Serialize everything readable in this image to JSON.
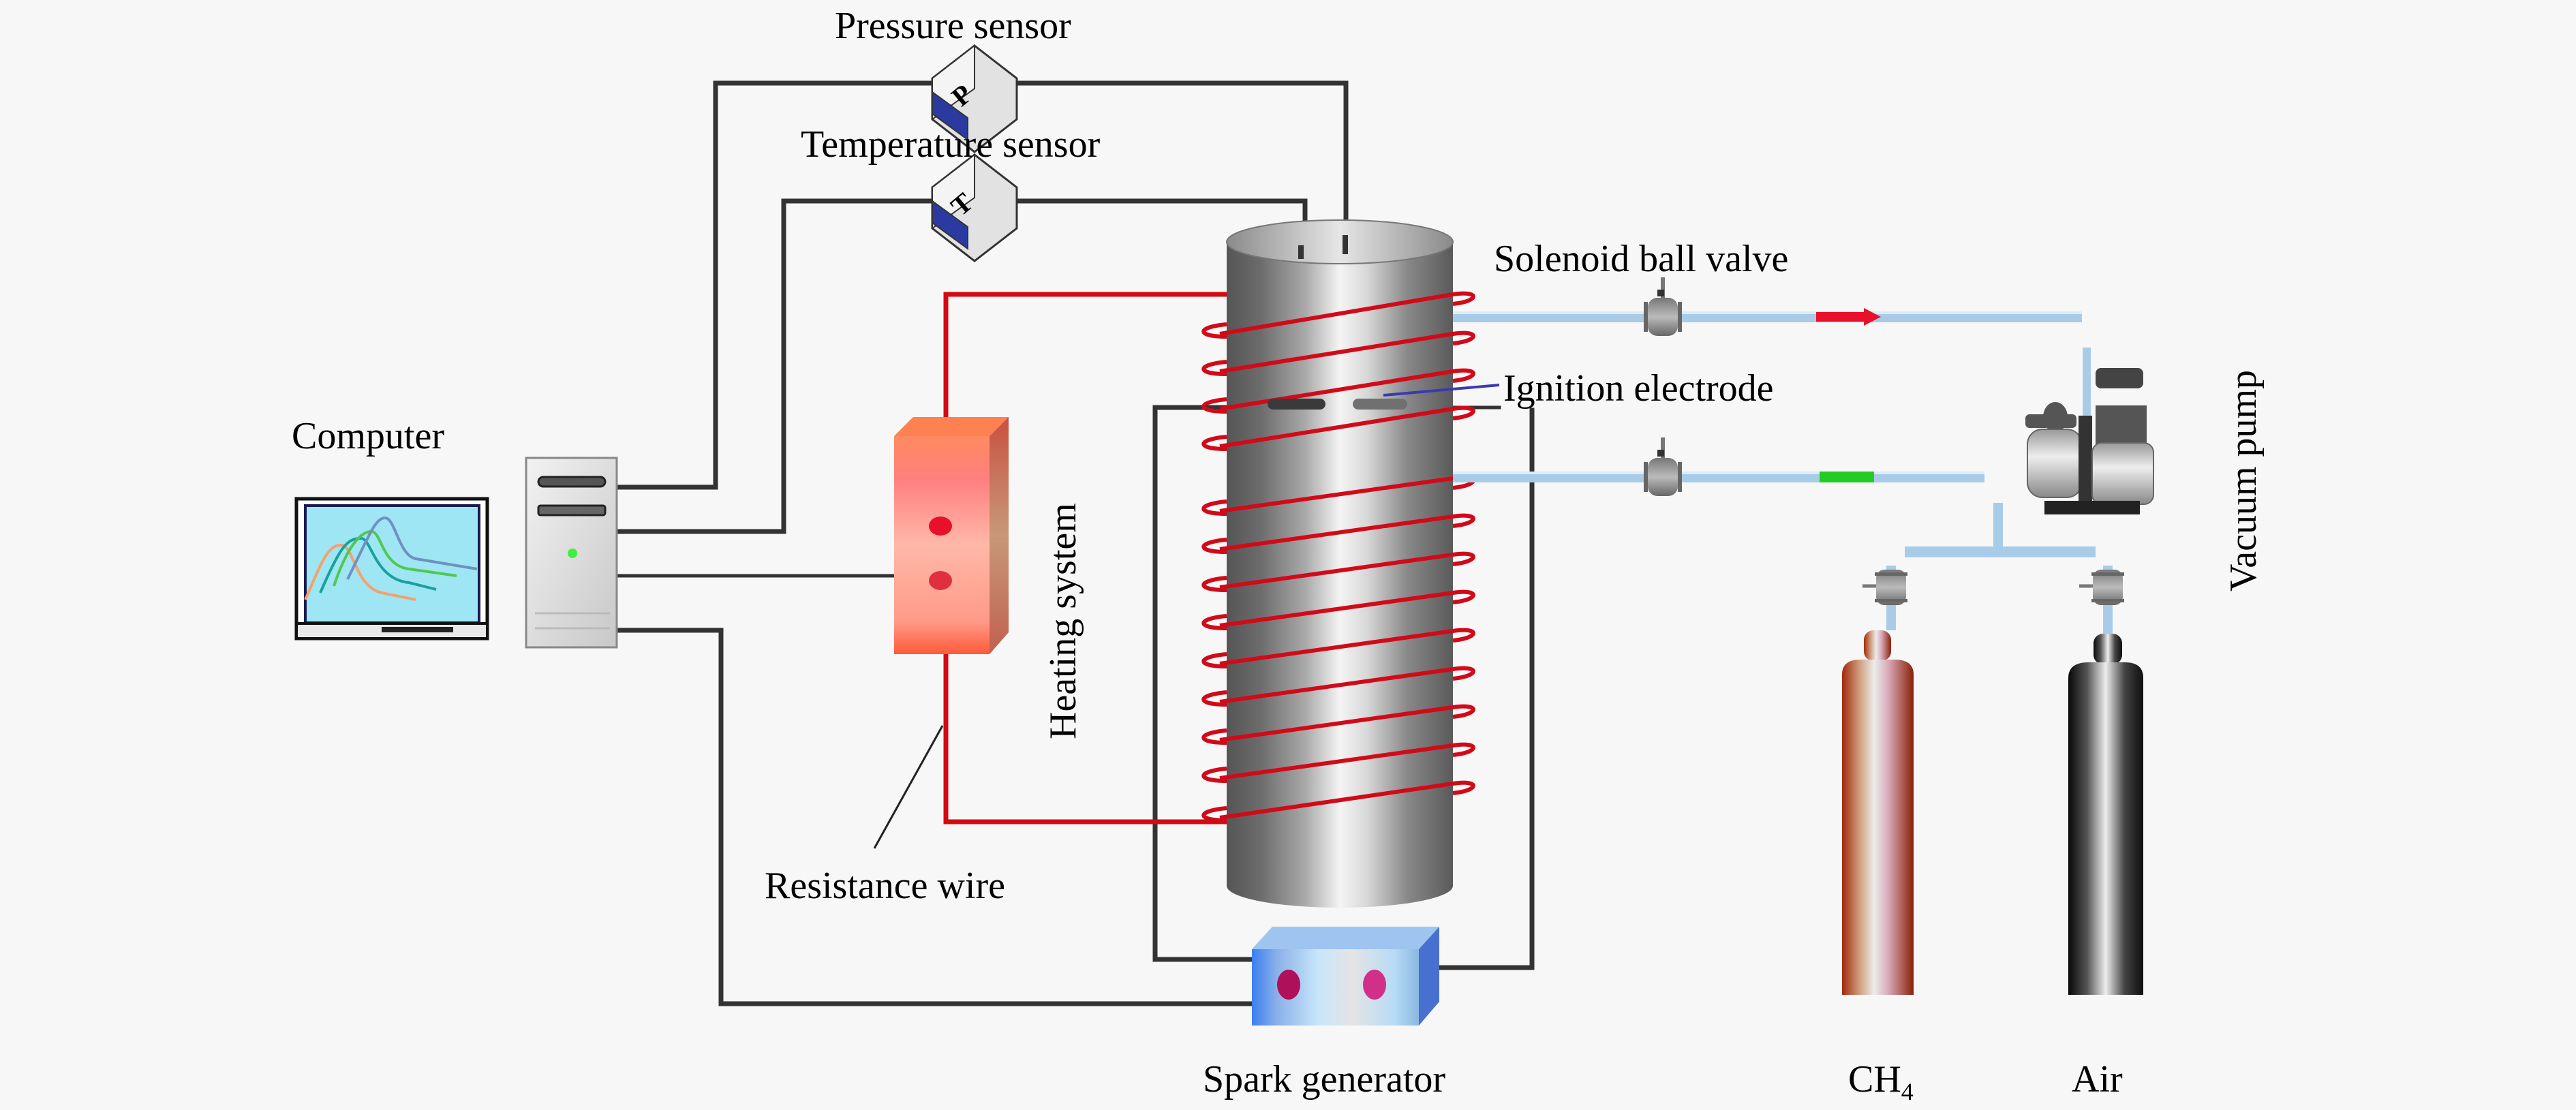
{
  "title": "Experimental setup for methane-air ignition in a heated vessel",
  "labels": {
    "pressure_sensor": "Pressure sensor",
    "temperature_sensor": "Temperature sensor",
    "computer": "Computer",
    "heating_system": "Heating system",
    "resistance_wire": "Resistance wire",
    "solenoid_ball_valve": "Solenoid ball valve",
    "ignition_electrode": "Ignition electrode",
    "vacuum_pump": "Vacuum pump",
    "spark_generator": "Spark generator",
    "ch4_main": "CH",
    "ch4_sub": "4",
    "air": "Air"
  },
  "sensor_glyphs": {
    "pressure": "P",
    "temperature": "T"
  },
  "colors": {
    "background": "#f7f7f7",
    "signal_wire": "#333333",
    "heating_wire": "#d40a12",
    "gas_pipe": "#a8cce8",
    "flow_arrow_out": "#e8102a",
    "flow_arrow_in": "#22cc22",
    "heating_box": "#f4907a",
    "spark_box": "#9ac6ee",
    "ch4_cylinder": "#b0381c",
    "air_cylinder": "#1a1a1a"
  },
  "components": [
    "Computer",
    "Pressure sensor",
    "Temperature sensor",
    "Heating system",
    "Resistance wire",
    "Combustion vessel",
    "Ignition electrode",
    "Spark generator",
    "Solenoid ball valve",
    "Vacuum pump",
    "CH4 cylinder",
    "Air cylinder"
  ]
}
